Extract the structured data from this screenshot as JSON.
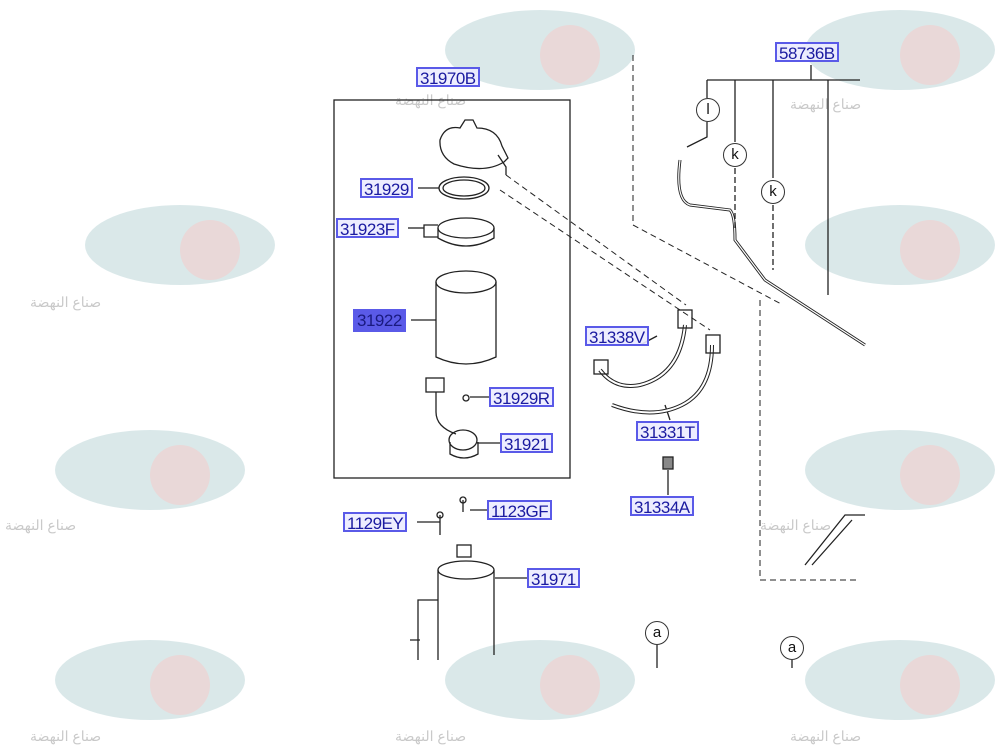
{
  "watermark": {
    "text": "صناع النهضة",
    "colors": {
      "grey": "#8a8a8a",
      "teal": "#3a8a8a",
      "red": "#a04040"
    }
  },
  "labels": {
    "assembly": "31970B",
    "o_ring": "31929",
    "filter_head": "31923F",
    "filter_cartridge": "31922",
    "o_ring_r": "31929R",
    "sensor": "31921",
    "hose_v": "31338V",
    "hose_t": "31331T",
    "clamp": "31334A",
    "bolt_gf": "1123GF",
    "bolt_ey": "1129EY",
    "bracket": "31971",
    "tube": "58736B"
  },
  "callouts": {
    "l": "l",
    "k1": "k",
    "k2": "k",
    "a1": "a",
    "a2": "a"
  },
  "colors": {
    "label_border": "#5a5ae8",
    "label_text": "#1a1aa0",
    "highlight": "#5a5ae8"
  }
}
